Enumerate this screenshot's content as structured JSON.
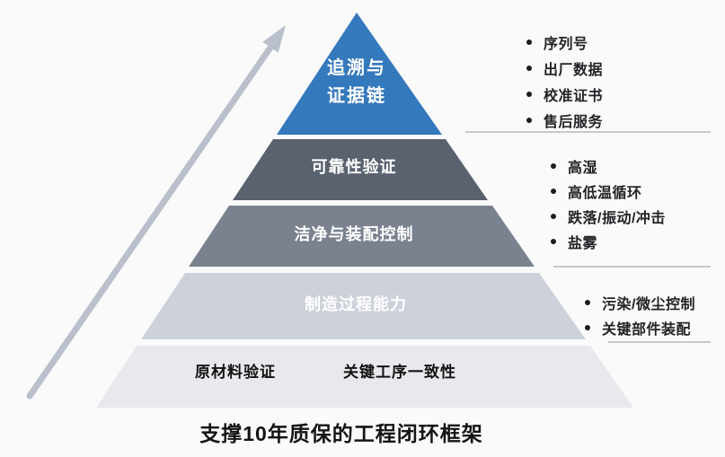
{
  "caption": "支撑10年质保的工程闭环框架",
  "arrow": {
    "color": "#b9c0cb"
  },
  "divider_color": "#979797",
  "pyramid": {
    "levels": [
      {
        "line1": "追溯与",
        "line2": "证据链",
        "color": "#3579bd"
      },
      {
        "label": "可靠性验证",
        "color": "#5a6270"
      },
      {
        "label": "洁净与装配控制",
        "color": "#7a8290"
      },
      {
        "label": "制造过程能力",
        "color": "#cdd1da"
      },
      {
        "label_left": "原材料验证",
        "label_right": "关键工序一致性",
        "color": "#e8e9ed"
      }
    ]
  },
  "annotation_groups": [
    {
      "items": [
        "序列号",
        "出厂数据",
        "校准证书",
        "售后服务"
      ]
    },
    {
      "items": [
        "高湿",
        "高低温循环",
        "跌落/振动/冲击",
        "盐雾"
      ]
    },
    {
      "items": [
        "污染/微尘控制",
        "关键部件装配"
      ]
    }
  ]
}
